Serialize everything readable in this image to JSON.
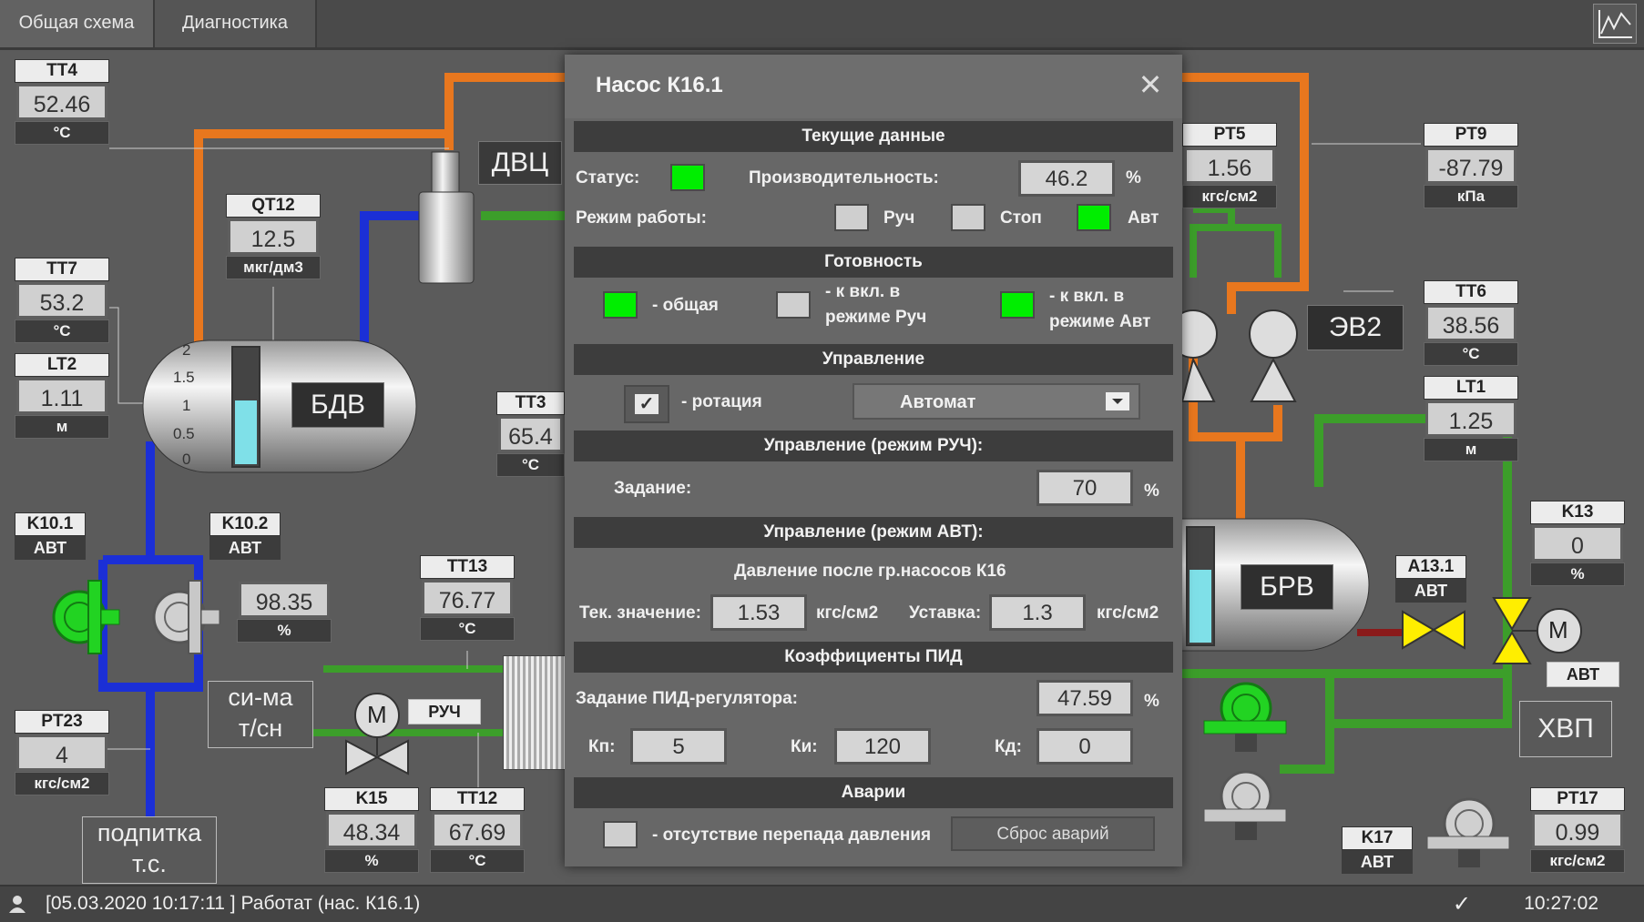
{
  "tabs": [
    {
      "label": "Общая схема"
    },
    {
      "label": "Диагностика"
    }
  ],
  "sensors": {
    "tt4": {
      "name": "TT4",
      "value": "52.46",
      "unit": "°C"
    },
    "qt12": {
      "name": "QT12",
      "value": "12.5",
      "unit": "мкг/дм3"
    },
    "tt7": {
      "name": "TT7",
      "value": "53.2",
      "unit": "°C"
    },
    "lt2": {
      "name": "LT2",
      "value": "1.11",
      "unit": "м"
    },
    "tt3": {
      "name": "TT3",
      "value": "65.4",
      "unit": "°C"
    },
    "k10_2_out": {
      "value": "98.35",
      "unit": "%"
    },
    "tt13": {
      "name": "TT13",
      "value": "76.77",
      "unit": "°C"
    },
    "pt23": {
      "name": "PT23",
      "value": "4",
      "unit": "кгс/см2"
    },
    "k15": {
      "name": "K15",
      "value": "48.34",
      "unit": "%"
    },
    "tt12": {
      "name": "TT12",
      "value": "67.69",
      "unit": "°C"
    },
    "pt5": {
      "name": "PT5",
      "value": "1.56",
      "unit": "кгс/см2"
    },
    "pt9": {
      "name": "PT9",
      "value": "-87.79",
      "unit": "кПа"
    },
    "tt6": {
      "name": "TT6",
      "value": "38.56",
      "unit": "°C"
    },
    "lt1": {
      "name": "LT1",
      "value": "1.25",
      "unit": "м"
    },
    "k13": {
      "name": "K13",
      "value": "0",
      "unit": "%"
    },
    "pt17": {
      "name": "PT17",
      "value": "0.99",
      "unit": "кгс/см2"
    }
  },
  "valves": {
    "k10_1": {
      "name": "K10.1",
      "mode": "АВТ"
    },
    "k10_2": {
      "name": "K10.2",
      "mode": "АВТ"
    },
    "a13_1": {
      "name": "A13.1",
      "mode": "АВТ"
    },
    "k17": {
      "name": "K17",
      "mode": "АВТ"
    },
    "motor_right_mode": "АВТ",
    "k15_mode": "РУЧ"
  },
  "labels": {
    "dvc": "ДВЦ",
    "bdv": "БДВ",
    "brv": "БРВ",
    "ev2": "ЭВ2",
    "hvp": "ХВП",
    "sima_line1": "си-ма",
    "sima_line2": "т/сн",
    "podpitka_line1": "подпитка",
    "podpitka_line2": "т.с.",
    "motor": "M",
    "tank_scale": [
      "2",
      "1.5",
      "1",
      "0.5",
      "0"
    ]
  },
  "dialog": {
    "title": "Насос К16.1",
    "close": "✕",
    "sec_current": "Текущие данные",
    "status_label": "Статус:",
    "status_on": true,
    "perf_label": "Производительность:",
    "perf_value": "46.2",
    "perf_unit": "%",
    "mode_label": "Режим работы:",
    "mode_ruch": "Руч",
    "mode_stop": "Стоп",
    "mode_avt": "Авт",
    "sec_ready": "Готовность",
    "ready_general": "- общая",
    "ready_ruch_1": "- к вкл. в",
    "ready_ruch_2": "режиме Руч",
    "ready_avt_1": "- к вкл. в",
    "ready_avt_2": "режиме Авт",
    "sec_control": "Управление",
    "rotation_label": "- ротация",
    "rotation_checked": "✓",
    "mode_select": "Автомат",
    "sec_manual": "Управление (режим РУЧ):",
    "setpoint_label": "Задание:",
    "setpoint_value": "70",
    "setpoint_unit": "%",
    "sec_auto": "Управление (режим АВТ):",
    "pressure_title": "Давление после гр.насосов К16",
    "cur_value_label": "Тек. значение:",
    "cur_value": "1.53",
    "cur_unit": "кгс/см2",
    "setpt_label": "Уставка:",
    "setpt_value": "1.3",
    "setpt_unit": "кгс/см2",
    "sec_pid": "Коэффициенты ПИД",
    "pid_task_label": "Задание ПИД-регулятора:",
    "pid_task_value": "47.59",
    "pid_task_unit": "%",
    "kp_label": "Кп:",
    "kp_value": "5",
    "ki_label": "Ки:",
    "ki_value": "120",
    "kd_label": "Кд:",
    "kd_value": "0",
    "sec_alarms": "Аварии",
    "alarm_label": "- отсутствие перепада давления",
    "reset_label": "Сброс аварий"
  },
  "statusbar": {
    "message": "[05.03.2020  10:17:11 ]  Работат (нас. К16.1)",
    "time": "10:27:02"
  },
  "colors": {
    "orange": "#e8771e",
    "blue": "#1b2fd6",
    "green": "#3c9e2a",
    "indicator_on": "#00ee00",
    "water": "#7fe0e8"
  }
}
